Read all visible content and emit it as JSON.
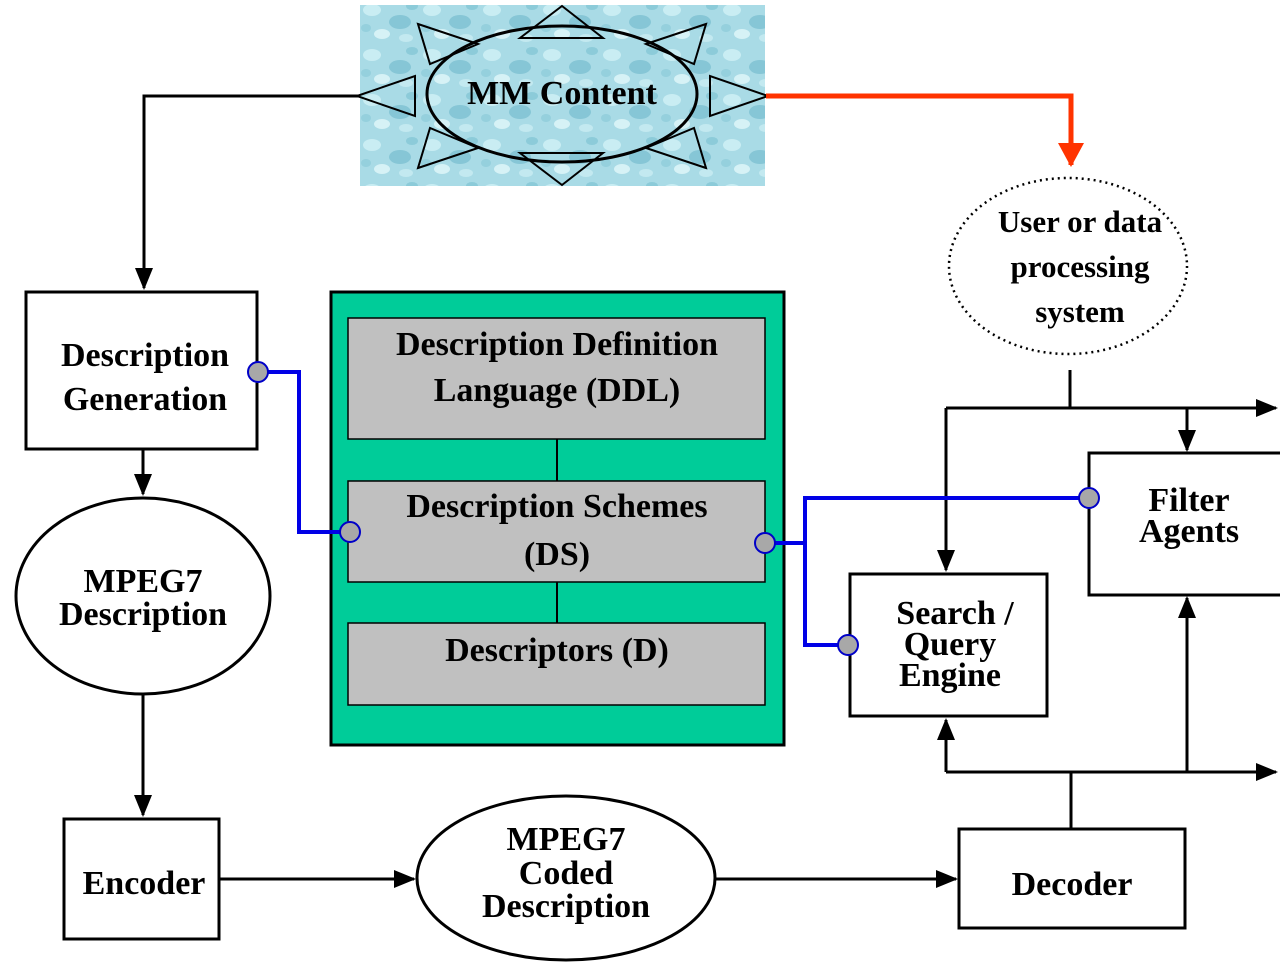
{
  "nodes": {
    "mm_content": "MM Content",
    "user_system": [
      "User or data",
      "processing",
      "system"
    ],
    "description_generation": [
      "Description",
      "Generation"
    ],
    "mpeg7_description": [
      "MPEG7",
      "Description"
    ],
    "ddl": [
      "Description Definition",
      "Language (DDL)"
    ],
    "ds": [
      "Description Schemes",
      "(DS)"
    ],
    "descriptors": "Descriptors (D)",
    "filter_agents": [
      "Filter",
      "Agents"
    ],
    "search_engine": [
      "Search /",
      "Query",
      "Engine"
    ],
    "encoder": "Encoder",
    "mpeg7_coded": [
      "MPEG7",
      "Coded",
      "Description"
    ],
    "decoder": "Decoder"
  },
  "colors": {
    "standard_panel": "#00cc99",
    "inner_box": "#c0c0c0",
    "blue_link": "#0000e6",
    "red_arrow": "#ff3300",
    "water_texture": "#9fd6e2"
  }
}
